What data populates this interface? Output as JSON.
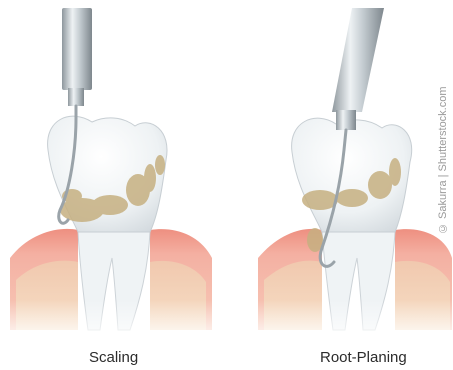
{
  "panels": [
    {
      "label": "Scaling"
    },
    {
      "label": "Root-Planing"
    }
  ],
  "credit": "© Sakurra | Shutterstock.com",
  "colors": {
    "gum": "#f2a394",
    "gum_edge": "#e77f6e",
    "bone": "#f2d7b2",
    "tooth": "#e9eef1",
    "tartar": "#c9b488",
    "instrument": "#b5bec4"
  }
}
